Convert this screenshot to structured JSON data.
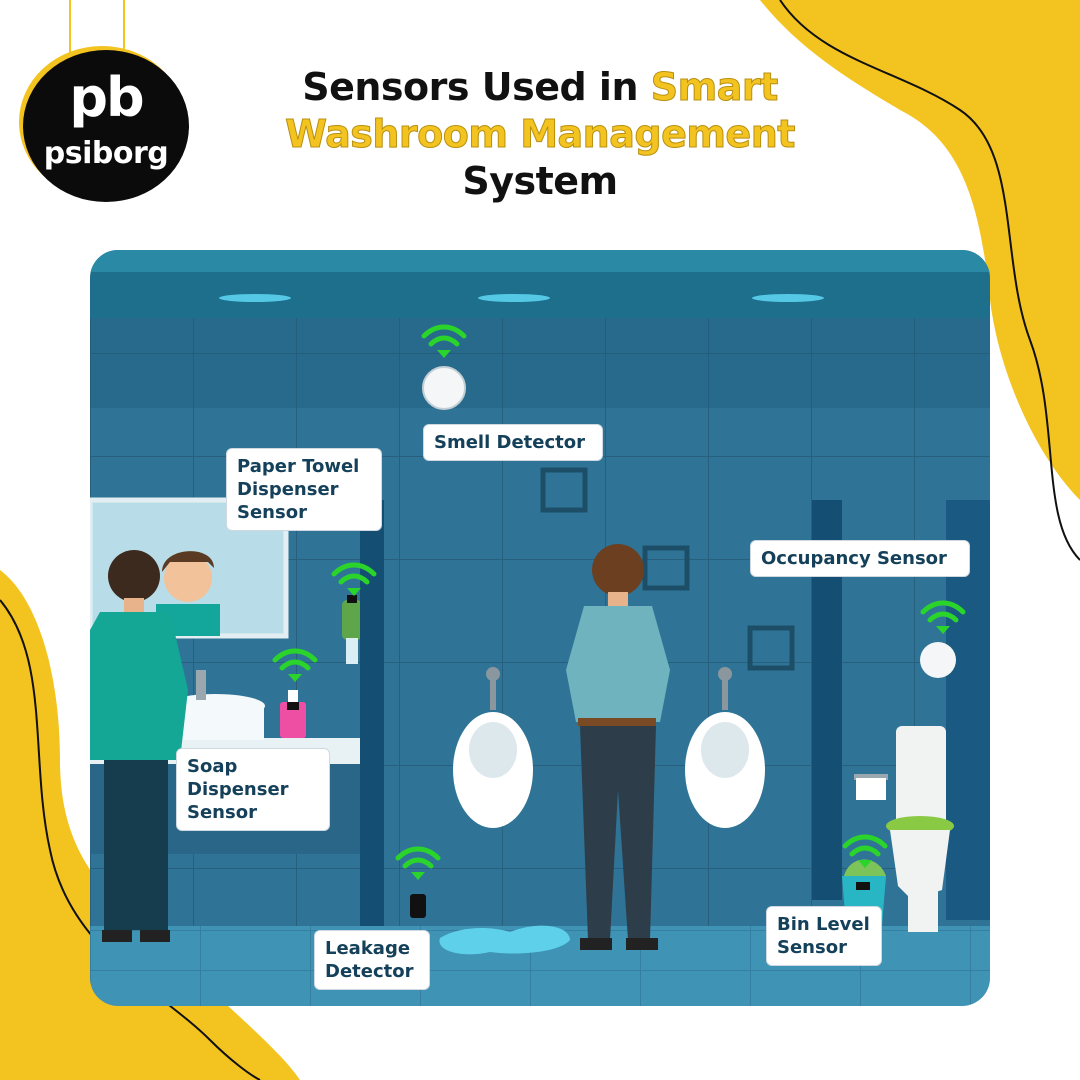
{
  "brand": {
    "logo_mark": "pb",
    "name": "psiborg",
    "accent_color": "#f3c320"
  },
  "title": {
    "line1_text": "Sensors Used in ",
    "line1_highlight": "Smart",
    "line2_highlight": "Washroom Management",
    "line3_text": "System"
  },
  "scene": {
    "wall_color": "#2e7294",
    "floor_color": "#3d8fb1",
    "signal_color": "#2bd42b"
  },
  "sensors": {
    "smell": {
      "label": "Smell Detector"
    },
    "paper_towel": {
      "lines": [
        "Paper Towel",
        "Dispenser",
        "Sensor"
      ]
    },
    "soap": {
      "lines": [
        "Soap",
        "Dispenser",
        "Sensor"
      ]
    },
    "leakage": {
      "lines": [
        "Leakage",
        "Detector"
      ]
    },
    "occupancy": {
      "label": "Occupancy Sensor"
    },
    "bin_level": {
      "lines": [
        "Bin Level",
        "Sensor"
      ]
    }
  }
}
